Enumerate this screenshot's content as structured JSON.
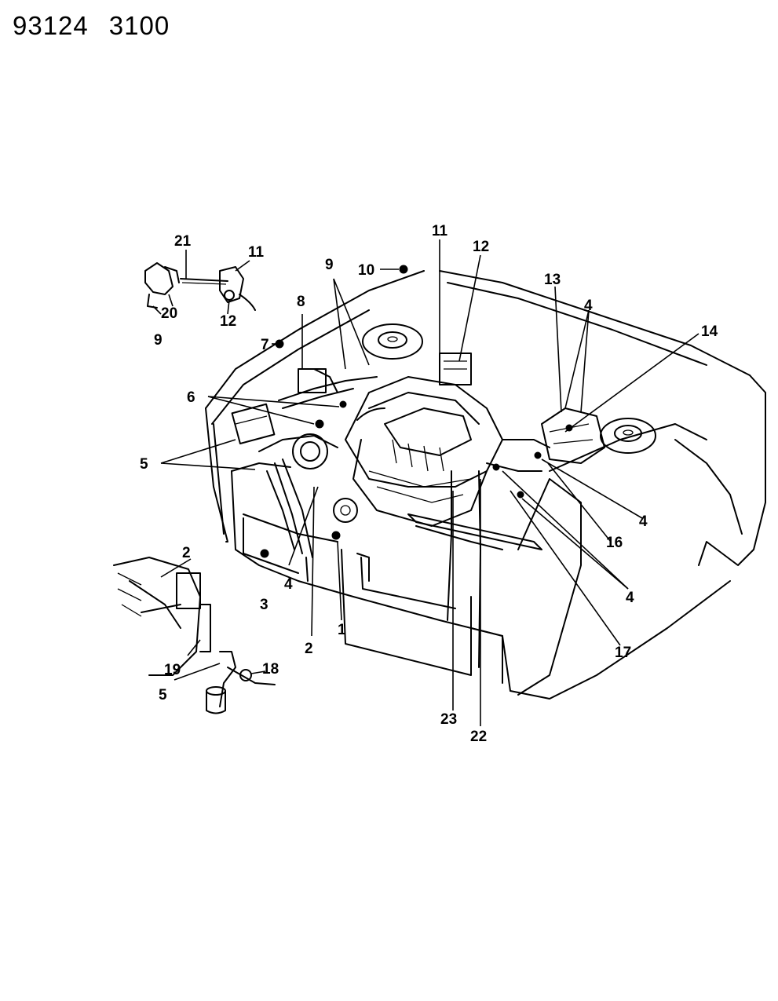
{
  "header": {
    "code_a": "93124",
    "code_b": "3100"
  },
  "callouts": {
    "c1": "1",
    "c2a": "2",
    "c2b": "2",
    "c3": "3",
    "c4a": "4",
    "c4b": "4",
    "c4c": "4",
    "c4d": "4",
    "c5a": "5",
    "c5b": "5",
    "c6": "6",
    "c7": "7",
    "c8": "8",
    "c9a": "9",
    "c9b": "9",
    "c10": "10",
    "c11a": "11",
    "c11b": "11",
    "c12a": "12",
    "c12b": "12",
    "c13": "13",
    "c14": "14",
    "c16": "16",
    "c17": "17",
    "c18": "18",
    "c19": "19",
    "c20": "20",
    "c21": "21",
    "c22": "22",
    "c23": "23"
  }
}
